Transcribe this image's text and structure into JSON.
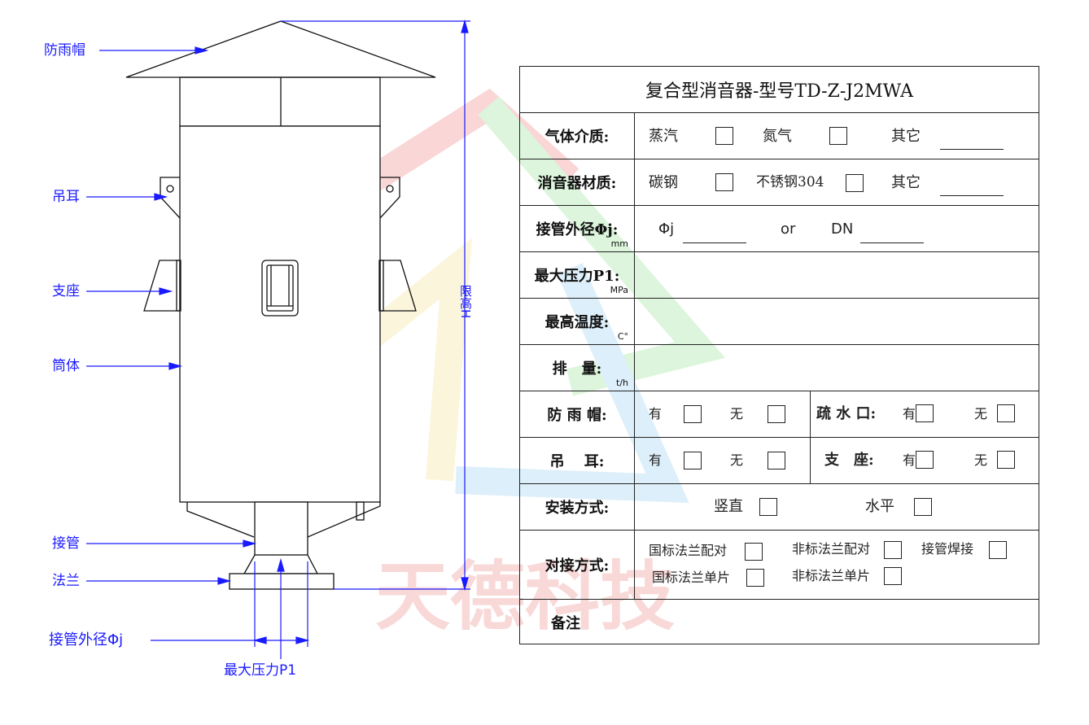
{
  "watermark": {
    "text": "天德科技",
    "color": "#f7c8c8"
  },
  "drawing": {
    "labels": {
      "rain_cap": "防雨帽",
      "lifting_lug": "吊耳",
      "support": "支座",
      "shell": "筒体",
      "pipe": "接管",
      "flange": "法兰",
      "pipe_od": "接管外径Φj",
      "max_pressure": "最大压力P1",
      "height_limit": "限高H"
    },
    "line_color": "#1a1aff"
  },
  "sheet": {
    "title": "复合型消音器-型号TD-Z-J2MWA",
    "gas_medium": {
      "label": "气体介质:",
      "opt1": "蒸汽",
      "opt2": "氮气",
      "other": "其它"
    },
    "material": {
      "label": "消音器材质:",
      "opt1": "碳钢",
      "opt2": "不锈钢304",
      "other": "其它"
    },
    "pipe_od": {
      "label": "接管外径Φj:",
      "unit": "mm",
      "phi": "Φj",
      "or": "or",
      "dn": "DN"
    },
    "max_pressure": {
      "label": "最大压力P1:",
      "unit": "MPa"
    },
    "max_temp": {
      "label": "最高温度:",
      "unit": "C°"
    },
    "flow": {
      "label": "排　量:",
      "unit": "t/h"
    },
    "rain_cap": {
      "label": "防 雨 帽:",
      "yes": "有",
      "no": "无"
    },
    "drain": {
      "label": "疏 水 口:",
      "yes": "有",
      "no": "无"
    },
    "lug": {
      "label": "吊　 耳:",
      "yes": "有",
      "no": "无"
    },
    "seat": {
      "label": "支　座:",
      "yes": "有",
      "no": "无"
    },
    "install": {
      "label": "安装方式:",
      "opt1": "竖直",
      "opt2": "水平"
    },
    "connect": {
      "label": "对接方式:",
      "opt1": "国标法兰配对",
      "opt2": "非标法兰配对",
      "opt3": "接管焊接",
      "opt4": "国标法兰单片",
      "opt5": "非标法兰单片"
    },
    "remarks": {
      "label": "备注"
    }
  }
}
